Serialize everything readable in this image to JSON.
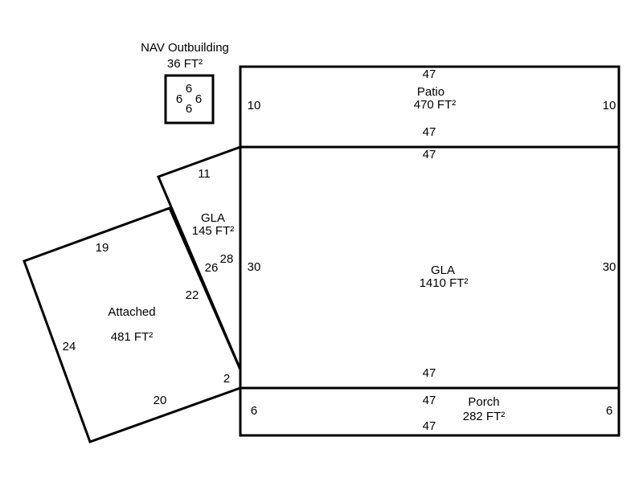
{
  "areas": {
    "outbuilding": {
      "name": "NAV Outbuilding",
      "area": "36 FT²",
      "dims": [
        "6",
        "6",
        "6",
        "6"
      ]
    },
    "patio": {
      "name": "Patio",
      "area": "470 FT²",
      "dims": {
        "top": "47",
        "bottom": "47",
        "left": "10",
        "right": "10"
      }
    },
    "gla_main": {
      "name": "GLA",
      "area": "1410 FT²",
      "dims": {
        "top": "47",
        "bottom": "47",
        "left": "30",
        "right": "30"
      }
    },
    "gla_small": {
      "name": "GLA",
      "area": "145 FT²",
      "dims": {
        "top": "11",
        "right": "28",
        "slant": "26"
      }
    },
    "attached": {
      "name": "Attached",
      "area": "481 FT²",
      "dims": {
        "top": "19",
        "left": "24",
        "bottom": "20",
        "right": "22",
        "small": "2"
      }
    },
    "porch": {
      "name": "Porch",
      "area": "282 FT²",
      "dims": {
        "top": "47",
        "bottom": "47",
        "left": "6",
        "right": "6"
      }
    }
  }
}
